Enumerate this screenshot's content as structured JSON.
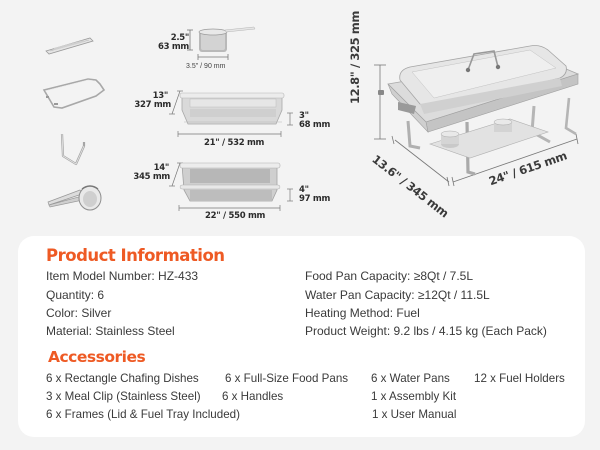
{
  "colors": {
    "accent": "#ee5a24",
    "background": "#f3f3f3",
    "card": "#ffffff",
    "text": "#3a3a3a"
  },
  "diagram": {
    "left_parts": [
      {
        "name": "handle-bar",
        "icon": "handle-icon"
      },
      {
        "name": "lid-frame",
        "icon": "frame-icon"
      },
      {
        "name": "meal-clip",
        "icon": "clip-icon"
      },
      {
        "name": "tongs",
        "icon": "tongs-icon"
      }
    ],
    "fuel_holder": {
      "height_in": "2.5\"",
      "height_mm": "63 mm",
      "width": "3.5\" / 90 mm"
    },
    "food_pan": {
      "depth_in": "13\"",
      "depth_mm": "327 mm",
      "height_in": "3\"",
      "height_mm": "68 mm",
      "width": "21\" / 532 mm"
    },
    "water_pan": {
      "depth_in": "14\"",
      "depth_mm": "345 mm",
      "height_in": "4\"",
      "height_mm": "97 mm",
      "width": "22\" / 550 mm"
    },
    "chafing_dish": {
      "height": "12.8\" / 325 mm",
      "depth": "13.6\" / 345 mm",
      "width": "24\" / 615 mm"
    }
  },
  "product_info": {
    "title": "Product Information",
    "left": [
      "Item Model Number: HZ-433",
      "Quantity: 6",
      "Color: Silver",
      "Material: Stainless Steel"
    ],
    "right": [
      "Food Pan Capacity: ≥8Qt / 7.5L",
      "Water Pan Capacity: ≥12Qt / 11.5L",
      "Heating Method: Fuel",
      "Product Weight: 9.2 lbs / 4.15 kg (Each Pack)"
    ]
  },
  "accessories": {
    "title": "Accessories",
    "items": [
      "6 x Rectangle Chafing Dishes",
      "6 x Full-Size Food Pans",
      "6 x Water Pans",
      "12 x Fuel Holders",
      "3 x Meal Clip (Stainless Steel)",
      "6 x Handles",
      "1 x Assembly Kit",
      "6 x Frames (Lid & Fuel Tray Included)",
      "1 x User Manual"
    ]
  }
}
